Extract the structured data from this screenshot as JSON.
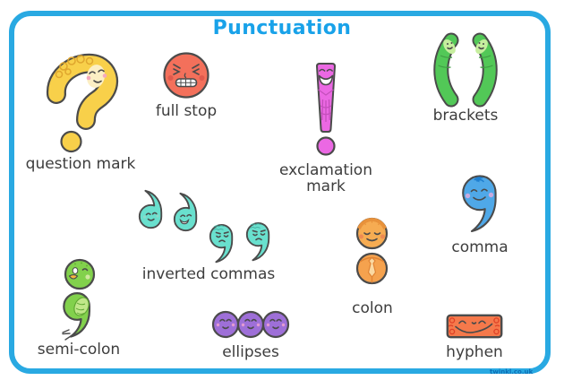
{
  "page": {
    "title": "Punctuation",
    "watermark": "twinkl.co.uk"
  },
  "colors": {
    "frame_border": "#29a9e2",
    "title_text": "#19a2e9",
    "label_text": "#3d3d3d",
    "outline": "#4b4b4b"
  },
  "items": [
    {
      "id": "question-mark",
      "label": "question mark",
      "color": "#f8d04a"
    },
    {
      "id": "full-stop",
      "label": "full stop",
      "color": "#f3705b"
    },
    {
      "id": "exclamation-mark",
      "label": "exclamation mark",
      "color": "#eb68e3"
    },
    {
      "id": "brackets",
      "label": "brackets",
      "color": "#52c857"
    },
    {
      "id": "inverted-commas",
      "label": "inverted commas",
      "color": "#69e0ce"
    },
    {
      "id": "comma",
      "label": "comma",
      "color": "#4fa8e8"
    },
    {
      "id": "semi-colon",
      "label": "semi-colon",
      "color": "#82d14c"
    },
    {
      "id": "colon",
      "label": "colon",
      "color": "#f6ac52"
    },
    {
      "id": "ellipses",
      "label": "ellipses",
      "color": "#9e6fd8"
    },
    {
      "id": "hyphen",
      "label": "hyphen",
      "color": "#f5794b"
    }
  ]
}
